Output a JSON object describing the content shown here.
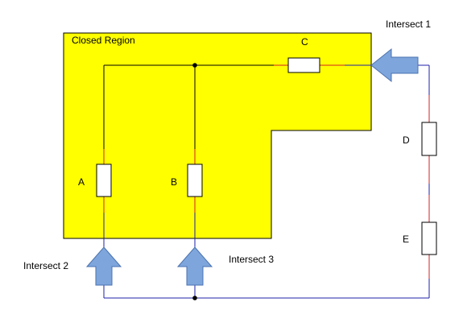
{
  "region": {
    "label": "Closed Region",
    "fill_color": "#ffff00",
    "border_color": "#000000"
  },
  "components": {
    "A": "A",
    "B": "B",
    "C": "C",
    "D": "D",
    "E": "E"
  },
  "intersections": {
    "i1": "Intersect 1",
    "i2": "Intersect 2",
    "i3": "Intersect 3"
  },
  "colors": {
    "wire_inside": "#000000",
    "wire_outside": "#1f1fa8",
    "lead": "#d02020",
    "arrow_fill": "#7ea6dc",
    "arrow_stroke": "#4a72b0"
  },
  "icons": {
    "arrow": "block-arrow-icon",
    "resistor": "resistor-icon",
    "junction": "junction-dot-icon"
  }
}
